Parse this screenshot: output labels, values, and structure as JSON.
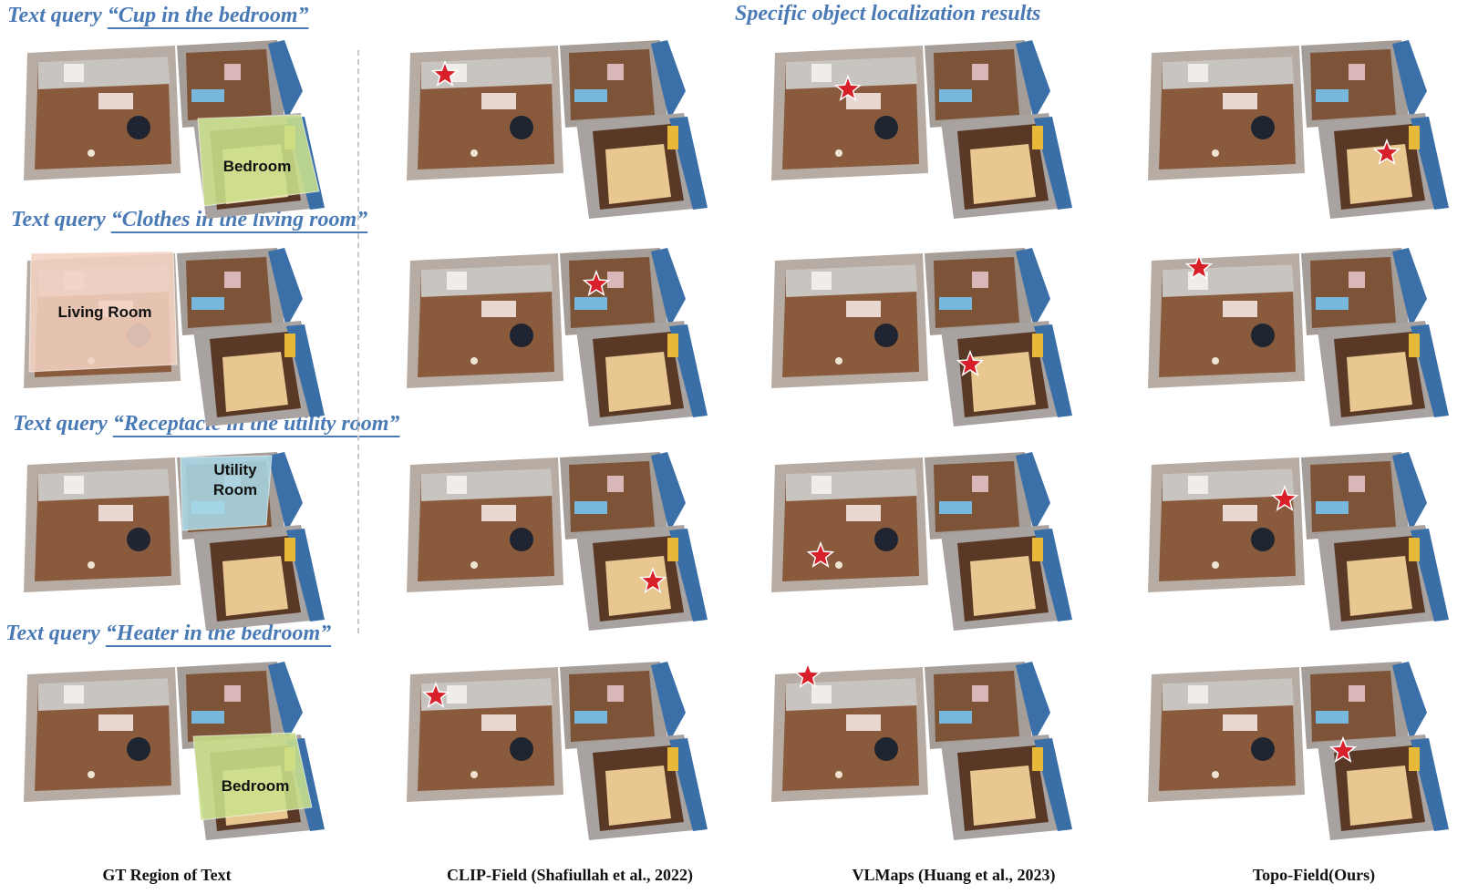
{
  "section_title": "Specific object localization results",
  "queries": [
    {
      "prefix": "Text query ",
      "text": "“Cup in the bedroom”",
      "region": [
        "Bedroom"
      ],
      "region_color": "#c9e08c"
    },
    {
      "prefix": "Text query ",
      "text": "“Clothes in the living room”",
      "region": [
        "Living Room"
      ],
      "region_color": "#f2d2c2"
    },
    {
      "prefix": "Text query ",
      "text": "“Receptacle in the utility room”",
      "region": [
        "Utility",
        "Room"
      ],
      "region_color": "#a8d8e6"
    },
    {
      "prefix": "Text query ",
      "text": "“Heater in the bedroom”",
      "region": [
        "Bedroom"
      ],
      "region_color": "#c9e08c"
    }
  ],
  "columns": [
    "GT Region of Text",
    "CLIP-Field (Shafiullah et al., 2022)",
    "VLMaps (Huang et al., 2023)",
    "Topo-Field(Ours)"
  ],
  "colors": {
    "query_text": "#4a7ab5",
    "star": "#d8202a",
    "divider": "#c8c8c8"
  },
  "icons": {
    "marker": "star-icon"
  }
}
